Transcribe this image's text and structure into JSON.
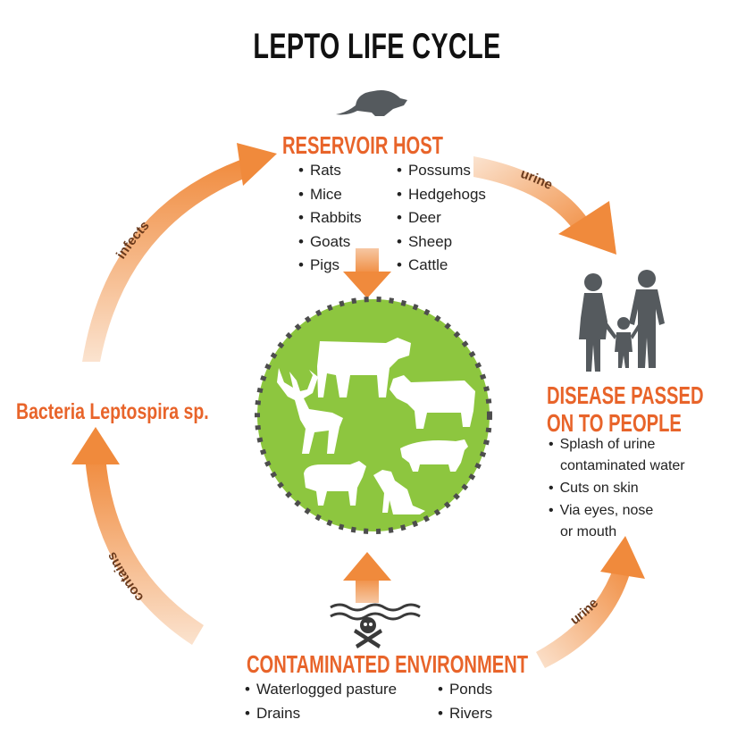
{
  "title": "LEPTO LIFE CYCLE",
  "reservoir": {
    "heading": "RESERVOIR HOST",
    "col1": [
      "Rats",
      "Mice",
      "Rabbits",
      "Goats",
      "Pigs"
    ],
    "col2": [
      "Possums",
      "Hedgehogs",
      "Deer",
      "Sheep",
      "Cattle"
    ]
  },
  "disease": {
    "heading_line1": "DISEASE PASSED",
    "heading_line2": "ON TO PEOPLE",
    "items": [
      "Splash of urine",
      "contaminated water",
      "Cuts on skin",
      "Via eyes, nose",
      "or mouth"
    ]
  },
  "bacteria": {
    "label": "Bacteria Leptospira sp."
  },
  "environment": {
    "heading": "CONTAMINATED ENVIRONMENT",
    "col1": [
      "Waterlogged pasture",
      "Drains"
    ],
    "col2": [
      "Ponds",
      "Rivers"
    ]
  },
  "arrows": {
    "infects": "infects",
    "urine_top": "urine",
    "urine_bottom": "urine",
    "contains": "contains"
  },
  "colors": {
    "orange": "#e8642a",
    "arrow_light": "#f6c7a3",
    "arrow_dark": "#f08a3c",
    "circle_green": "#8dc63f",
    "silhouette_gray": "#555a5e",
    "title": "#111111"
  },
  "icons": [
    "rat-icon",
    "family-icon",
    "skull-crossbones-icon",
    "water-waves-icon",
    "cow-icon",
    "deer-icon",
    "cattle-icon",
    "pig-icon",
    "sheep-icon",
    "dog-icon"
  ]
}
